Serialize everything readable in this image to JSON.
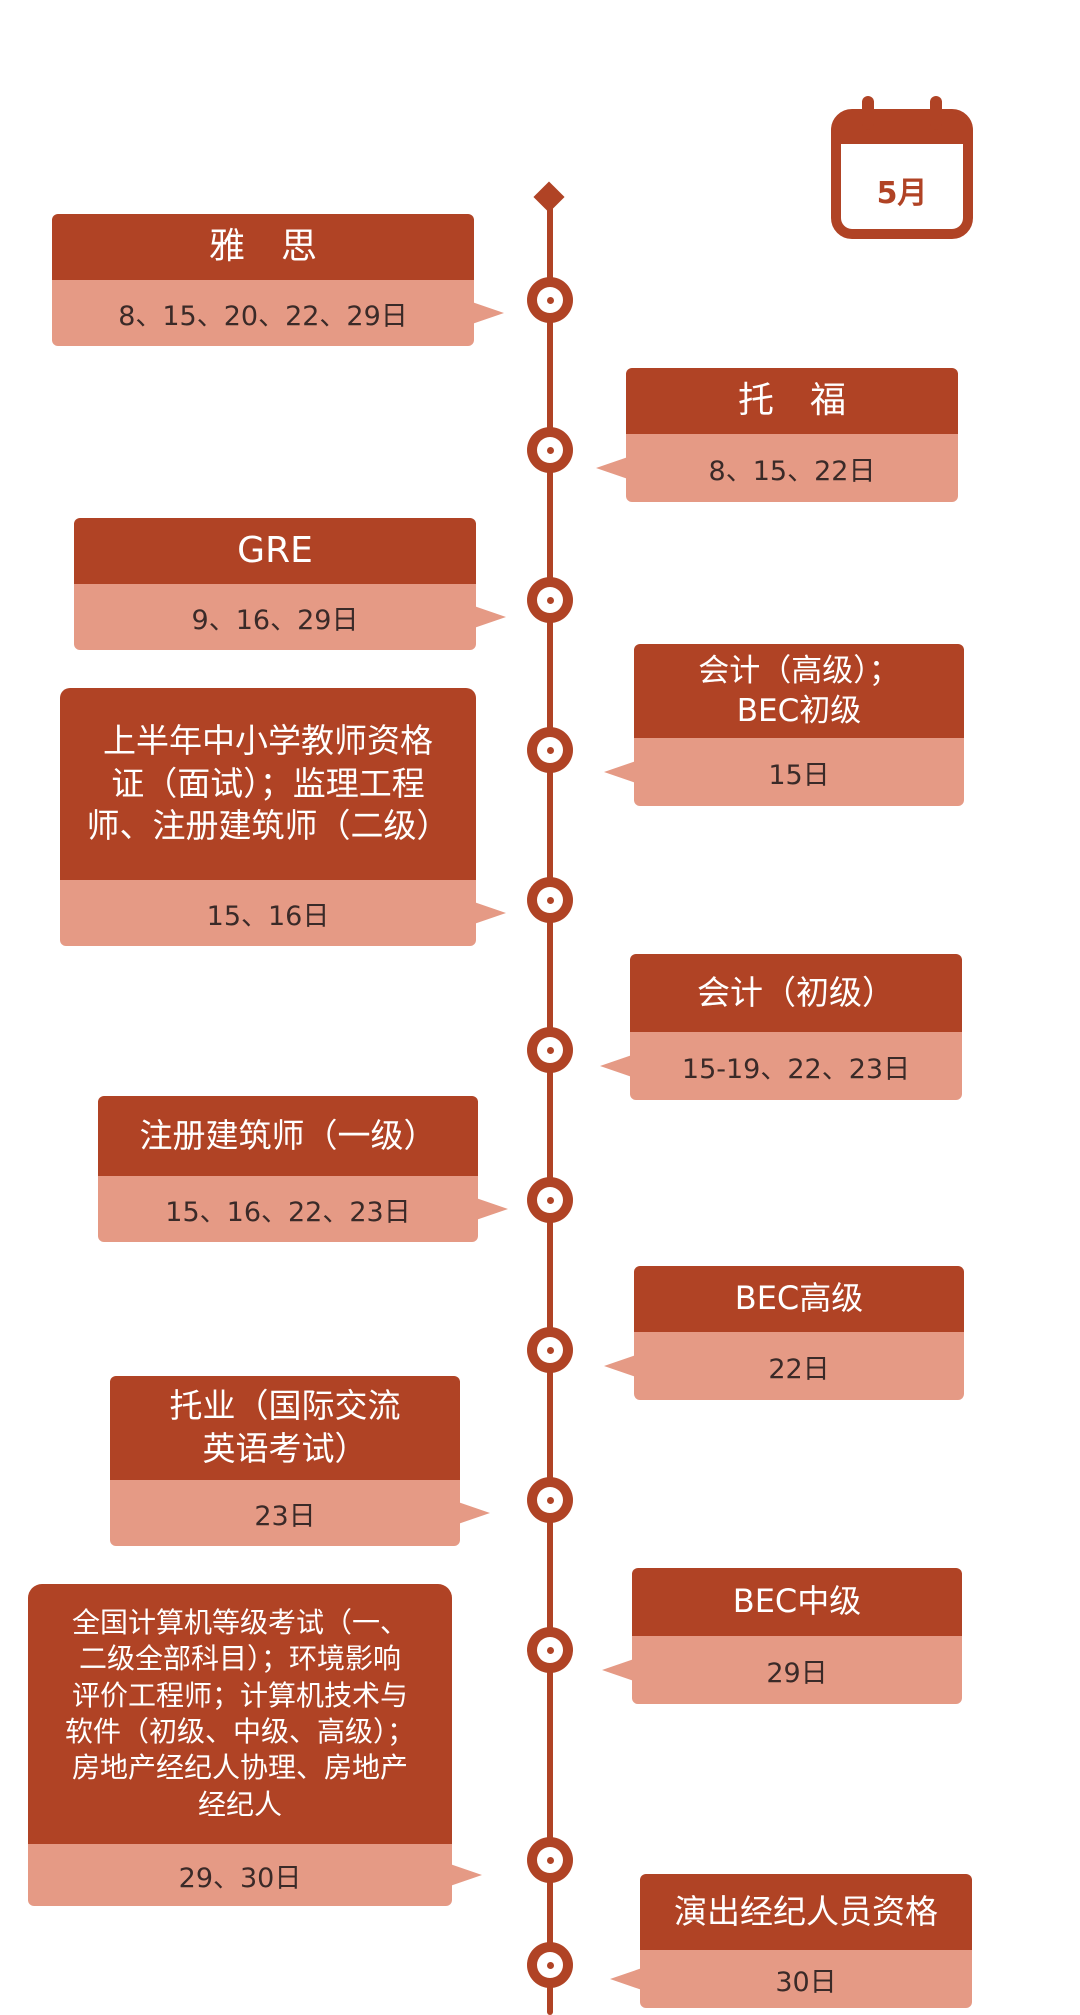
{
  "month": "5月",
  "colors": {
    "primary": "#b04325",
    "secondary": "#e59a85",
    "text": "#3a2a28"
  },
  "exams": [
    {
      "title": "雅　思",
      "dates": "8、15、20、22、29日"
    },
    {
      "title": "托　福",
      "dates": "8、15、22日"
    },
    {
      "title": "GRE",
      "dates": "9、16、29日"
    },
    {
      "title": "会计（高级）；\nBEC初级",
      "dates": "15日"
    },
    {
      "title": "上半年中小学教师资格\n证（面试）；监理工程\n师、注册建筑师（二级）",
      "dates": "15、16日"
    },
    {
      "title": "会计（初级）",
      "dates": "15-19、22、23日"
    },
    {
      "title": "注册建筑师（一级）",
      "dates": "15、16、22、23日"
    },
    {
      "title": "BEC高级",
      "dates": "22日"
    },
    {
      "title": "托业（国际交流\n英语考试）",
      "dates": "23日"
    },
    {
      "title": "BEC中级",
      "dates": "29日"
    },
    {
      "title": "全国计算机等级考试（一、\n二级全部科目）；环境影响\n评价工程师；计算机技术与\n软件（初级、中级、高级）；\n房地产经纪人协理、房地产\n经纪人",
      "dates": "29、30日"
    },
    {
      "title": "演出经纪人员资格",
      "dates": "30日"
    }
  ]
}
